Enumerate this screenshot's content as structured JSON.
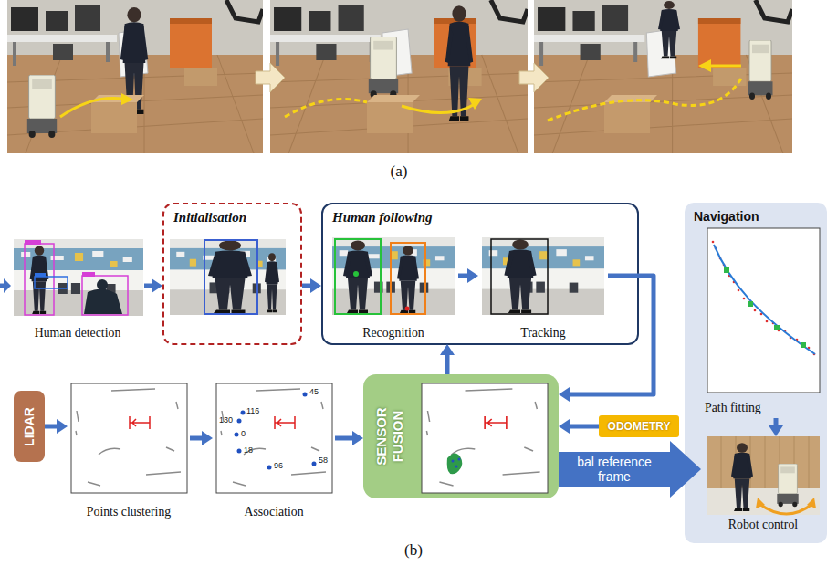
{
  "diagram": {
    "nodes": [
      {
        "text": [
          "Human detection"
        ]
      },
      {
        "text": [
          "Initialisation"
        ]
      },
      {
        "text": [
          "Human following"
        ]
      },
      {
        "text": [
          "Recognition"
        ],
        "in": 2
      },
      {
        "text": [
          "Tracking"
        ],
        "in": 2
      },
      {
        "text": [
          "Navigation"
        ]
      },
      {
        "text": [
          "Path fitting"
        ],
        "in": 5
      },
      {
        "text": [
          "Robot control"
        ],
        "in": 5
      },
      {
        "text": [
          "LIDAR"
        ]
      },
      {
        "text": [
          "Points clustering"
        ]
      },
      {
        "text": [
          "Association"
        ]
      },
      {
        "text": [
          "SENSOR FUSION"
        ]
      },
      {
        "text": [
          "ODOMETRY"
        ]
      }
    ],
    "edges": [
      {
        "from": 0,
        "to": 1,
        "arrow": "to"
      },
      {
        "from": 1,
        "to": 2,
        "arrow": "to"
      },
      {
        "from": 3,
        "to": 4,
        "arrow": "to"
      },
      {
        "from": 4,
        "to": 11,
        "arrow": "to"
      },
      {
        "from": 11,
        "to": 3,
        "arrow": "to"
      },
      {
        "from": 8,
        "to": 9,
        "arrow": "to"
      },
      {
        "from": 9,
        "to": 10,
        "arrow": "to"
      },
      {
        "from": 10,
        "to": 11,
        "arrow": "to"
      },
      {
        "from": 12,
        "to": 11,
        "arrow": "to"
      },
      {
        "from": 11,
        "to": 7,
        "label": "bal reference frame",
        "arrow": "to"
      },
      {
        "from": 6,
        "to": 7,
        "arrow": "to"
      }
    ],
    "labels": [
      "(a)",
      "(b)",
      "45",
      "130",
      "116",
      "0",
      "18",
      "96",
      "58"
    ]
  }
}
